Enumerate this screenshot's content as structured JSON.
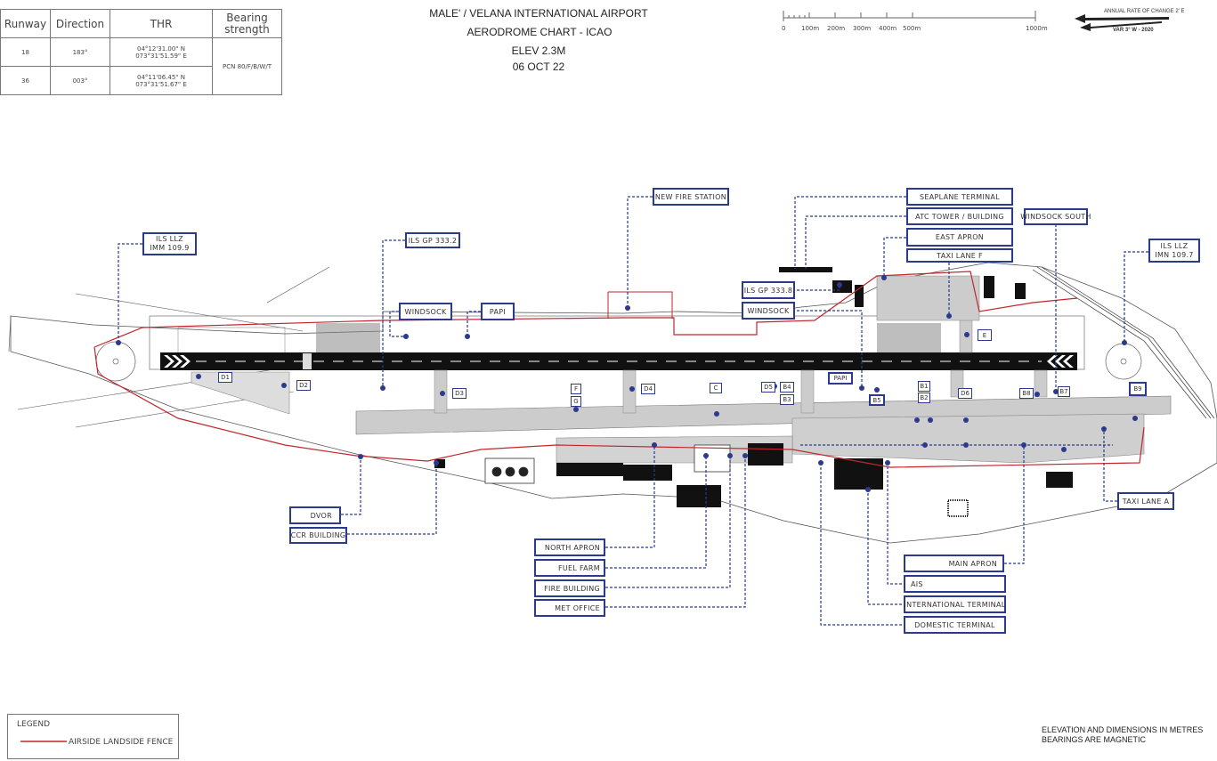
{
  "table": {
    "headers": [
      "Runway",
      "Direction",
      "THR",
      "Bearing strength"
    ],
    "rows": [
      {
        "runway": "18",
        "direction": "183°",
        "thr_lat": "04°12'31.00\" N",
        "thr_lon": "073°31'51.59\" E"
      },
      {
        "runway": "36",
        "direction": "003°",
        "thr_lat": "04°11'06.45\" N",
        "thr_lon": "073°31'51.67\" E"
      }
    ],
    "bearing": "PCN 80/F/B/W/T"
  },
  "header": {
    "line1": "MALE' / VELANA INTERNATIONAL AIRPORT",
    "line2": "AERODROME CHART - ICAO",
    "line3": "ELEV 2.3M",
    "line4": "06 OCT 22"
  },
  "scale": {
    "ticks": [
      "0",
      "100m",
      "200m",
      "300m",
      "400m",
      "500m",
      "1000m"
    ]
  },
  "magvar": {
    "rate": "ANNUAL RATE OF CHANGE 2' E",
    "var": "VAR 3° W - 2020"
  },
  "labels": {
    "new_fire_station": "NEW FIRE STATION",
    "seaplane_terminal": "SEAPLANE TERMINAL",
    "atc_tower": "ATC TOWER / BUILDING",
    "windsock_south": "WINDSOCK SOUTH",
    "east_apron": "EAST APRON",
    "taxi_lane_f": "TAXI LANE F",
    "ils_llz_n_1": "ILS LLZ",
    "ils_llz_n_2": "IMM 109.9",
    "ils_gp_333_2": "ILS GP 333.2",
    "ils_llz_s_1": "ILS LLZ",
    "ils_llz_s_2": "IMN 109.7",
    "ils_gp_333_8": "ILS GP 333.8",
    "windsock_east": "WINDSOCK",
    "windsock_west": "WINDSOCK",
    "papi_west": "PAPI",
    "papi_east": "PAPI",
    "dvor": "DVOR",
    "ccr_building": "CCR BUILDING",
    "north_apron": "NORTH APRON",
    "fuel_farm": "FUEL FARM",
    "fire_building": "FIRE BUILDING",
    "met_office": "MET OFFICE",
    "main_apron": "MAIN APRON",
    "ais": "AIS",
    "international_terminal": "INTERNATIONAL TERMINAL",
    "domestic_terminal": "DOMESTIC TERMINAL",
    "taxi_lane_a": "TAXI LANE A"
  },
  "taxiways": [
    "D1",
    "D2",
    "D3",
    "F",
    "G",
    "D4",
    "C",
    "D5",
    "B4",
    "B3",
    "B5",
    "B1",
    "B2",
    "D6",
    "B8",
    "B7",
    "B9",
    "E"
  ],
  "legend": {
    "title": "LEGEND",
    "item": "AIRSIDE LANDSIDE FENCE"
  },
  "notes": {
    "line1": "ELEVATION AND DIMENSIONS IN METRES",
    "line2": "BEARINGS ARE MAGNETIC"
  },
  "colors": {
    "label_border": "#2b3a8c",
    "fence": "#c0262d",
    "runway": "#111111",
    "apron": "#cccccc"
  }
}
